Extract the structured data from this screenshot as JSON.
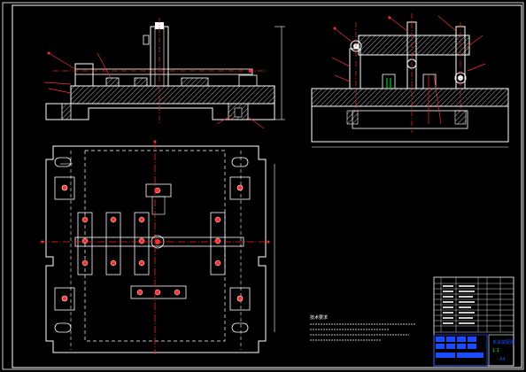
{
  "drawing": {
    "notes_heading": "技术要求",
    "title_block": {
      "drawing_title": "夹具装配图",
      "scale": "1:1",
      "sheet": "A4"
    }
  },
  "colors": {
    "background": "#000000",
    "outline": "#ffffff",
    "centerline": "#ff2020",
    "leader": "#ff3030",
    "hatch": "#ffffff",
    "dimension": "#00ffff",
    "dashed": "#ffffff",
    "title_fill": "#1a4cff",
    "green": "#00ff00"
  }
}
